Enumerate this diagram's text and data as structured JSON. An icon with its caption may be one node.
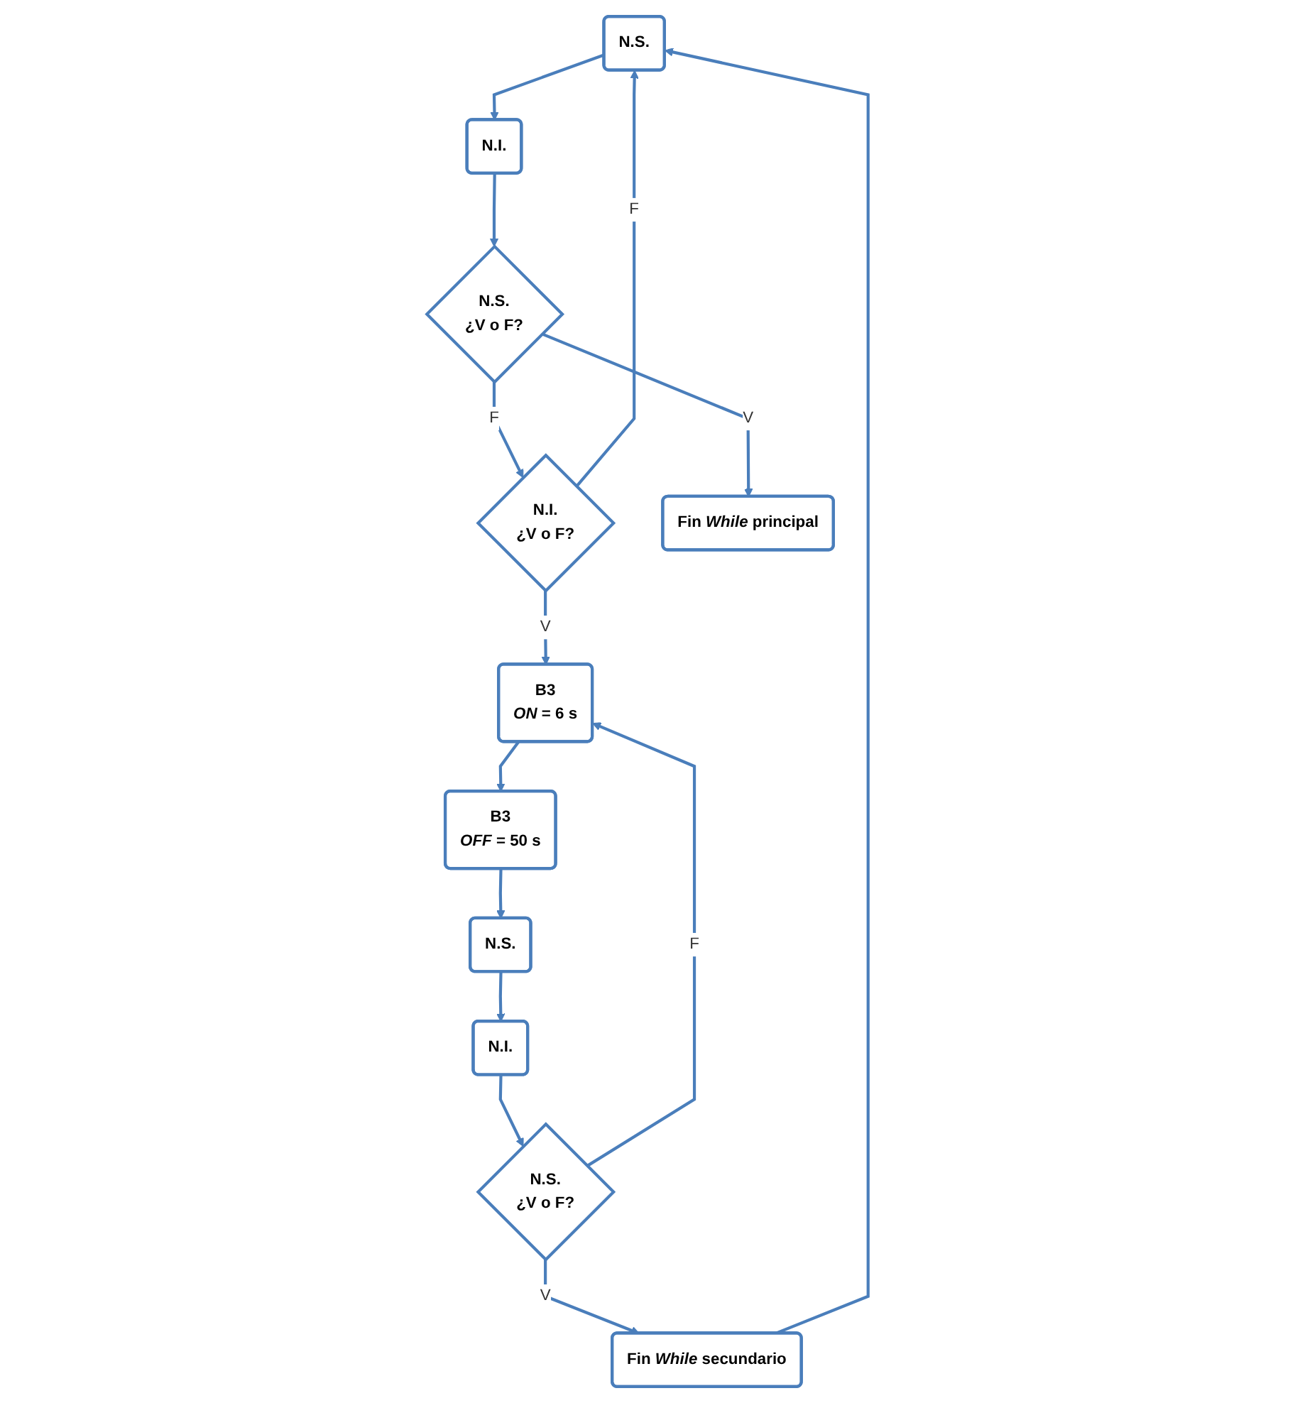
{
  "diagram": {
    "nodes": [
      {
        "text": [
          "N.S."
        ]
      },
      {
        "text": [
          "N.I."
        ]
      },
      {
        "text": [
          "N.S.",
          "¿V o F?"
        ]
      },
      {
        "text": [
          "N.I.",
          "¿V o F?"
        ]
      },
      {
        "text": [
          "Fin *While* principal"
        ]
      },
      {
        "text": [
          "B3",
          "*ON* = 6 s"
        ]
      },
      {
        "text": [
          "B3",
          "*OFF* = 50 s"
        ]
      },
      {
        "text": [
          "N.S."
        ]
      },
      {
        "text": [
          "N.I."
        ]
      },
      {
        "text": [
          "N.S.",
          "¿V o F?"
        ]
      },
      {
        "text": [
          "Fin *While* secundario"
        ]
      }
    ],
    "edges": [
      {
        "from": 0,
        "to": 1,
        "arrow": "to"
      },
      {
        "from": 1,
        "to": 2,
        "arrow": "to"
      },
      {
        "from": 2,
        "to": 3,
        "arrow": "to",
        "label": "F"
      },
      {
        "from": 3,
        "to": 0,
        "arrow": "to",
        "label": "F"
      },
      {
        "from": 2,
        "to": 4,
        "arrow": "to",
        "label": "V"
      },
      {
        "from": 3,
        "to": 5,
        "arrow": "to",
        "label": "V"
      },
      {
        "from": 5,
        "to": 6,
        "arrow": "to"
      },
      {
        "from": 6,
        "to": 7,
        "arrow": "to"
      },
      {
        "from": 7,
        "to": 8,
        "arrow": "to"
      },
      {
        "from": 8,
        "to": 9,
        "arrow": "to"
      },
      {
        "from": 9,
        "to": 10,
        "arrow": "to",
        "label": "V"
      },
      {
        "from": 9,
        "to": 5,
        "arrow": "to",
        "label": "F"
      },
      {
        "from": 10,
        "to": 0,
        "arrow": "to"
      }
    ]
  }
}
